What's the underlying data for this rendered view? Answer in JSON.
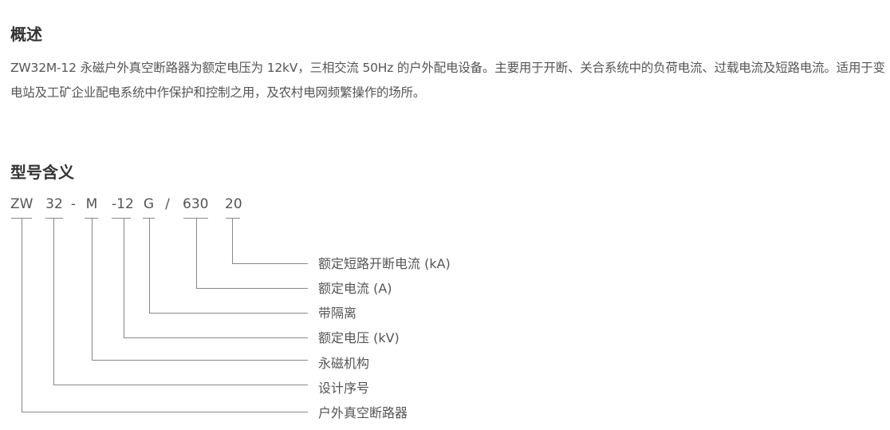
{
  "overview": {
    "title": "概述",
    "text": "ZW32M-12 永磁户外真空断路器为额定电压为 12kV，三相交流 50Hz 的户外配电设备。主要用于开断、关合系统中的负荷电流、过载电流及短路电流。适用于变电站及工矿企业配电系统中作保护和控制之用，及农村电网频繁操作的场所。"
  },
  "model": {
    "title": "型号含义",
    "codes": [
      "ZW",
      "32",
      "-",
      "M",
      "-12",
      "G",
      "/",
      "630",
      "20"
    ],
    "labels": [
      "额定短路开断电流 (kA)",
      "额定电流 (A)",
      "带隔离",
      "额定电压 (kV)",
      "永磁机构",
      "设计序号",
      "户外真空断路器"
    ]
  }
}
